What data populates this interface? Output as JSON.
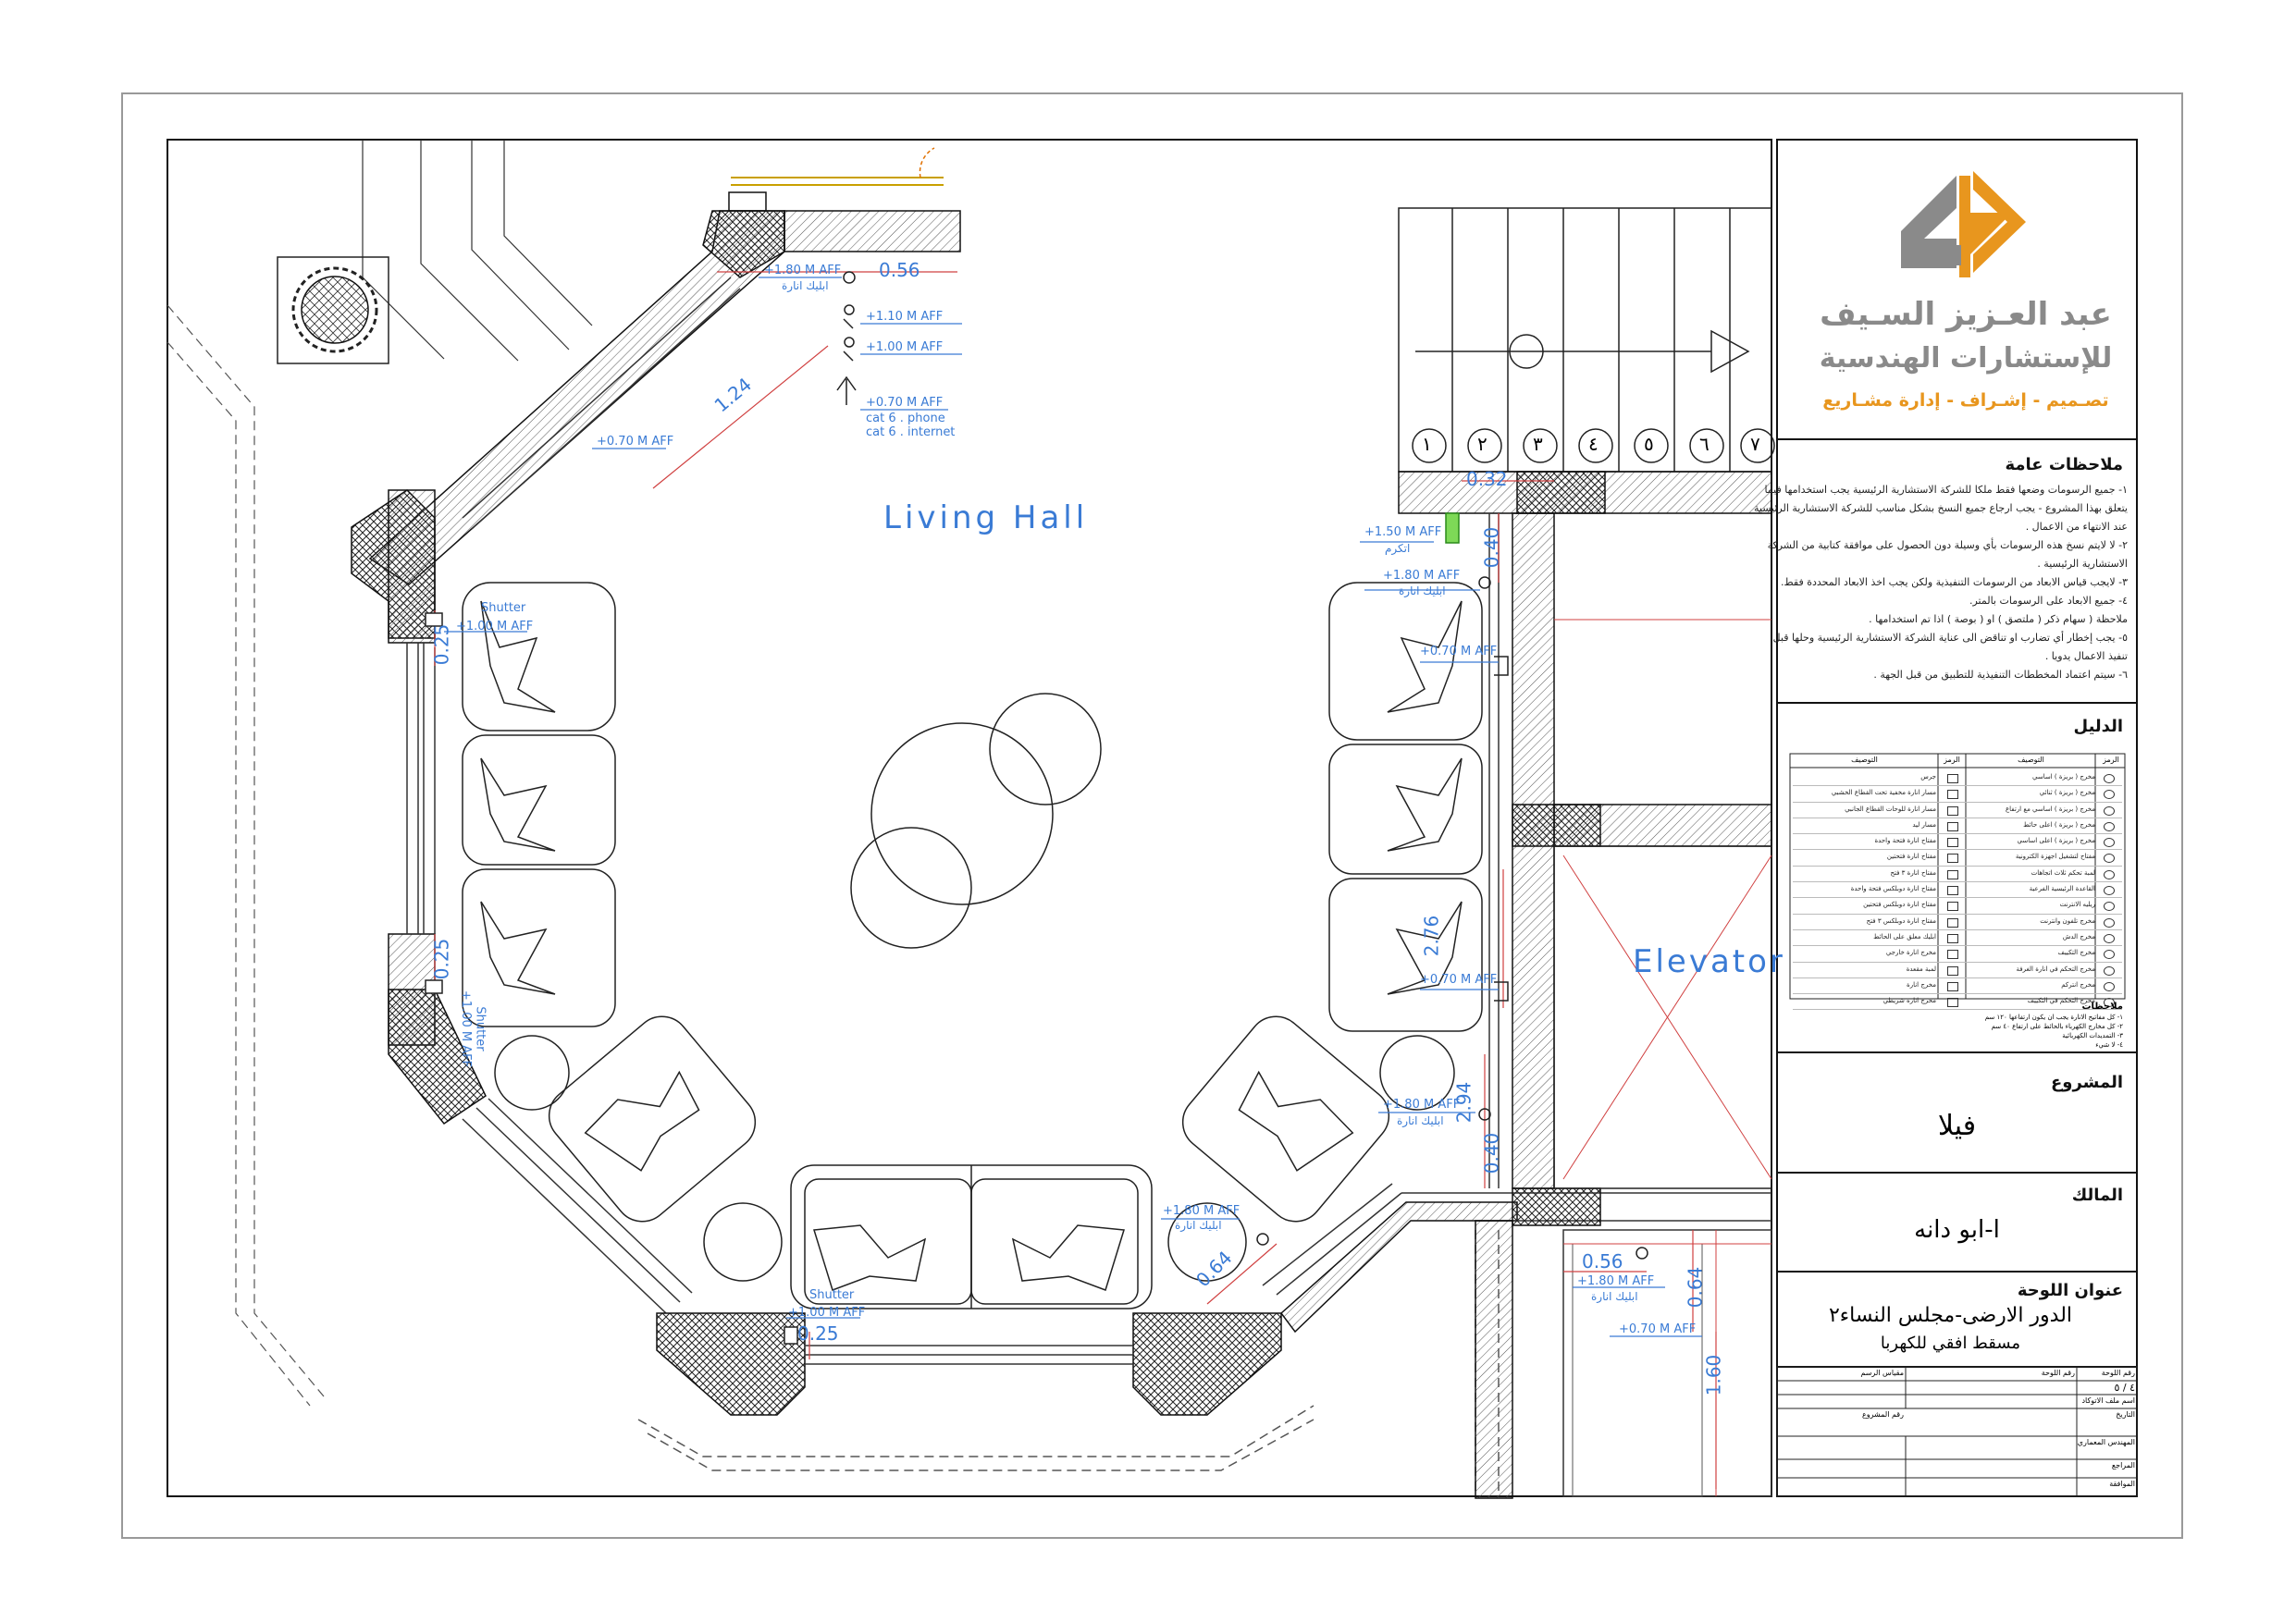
{
  "drawing": {
    "room_label": "Living Hall",
    "elevator_label": "Elevator",
    "stair_numbers": [
      "١",
      "٢",
      "٣",
      "٤",
      "٥",
      "٦",
      "٧"
    ],
    "dims": {
      "d056_top": "0.56",
      "d124": "1.24",
      "d032": "0.32",
      "d040_top": "0.40",
      "d025_a": "0.25",
      "d025_b": "0.25",
      "d276": "2.76",
      "d294": "2.94",
      "d040_bottom": "0.40",
      "d064_a": "0.64",
      "d056_bottom": "0.56",
      "d064_b": "0.64",
      "d160": "1.60",
      "d025_c": "0.25"
    },
    "annotations": {
      "aff180_top": "+1.80 M AFF",
      "lighting_top": "ابليك انارة",
      "aff110": "+1.10 M AFF",
      "aff100": "+1.00 M AFF",
      "aff070_data": "+0.70 M AFF",
      "cat6_phone": "cat 6 . phone",
      "cat6_internet": "cat 6 . internet",
      "aff070_left": "+0.70 M AFF",
      "shutter_a": "Shutter",
      "aff100_shutter_a": "+1.00 M AFF",
      "shutter_b": "Shutter",
      "aff100_shutter_b": "+1.00 M AFF",
      "aff150": "+1.50 M AFF",
      "ac_label": "اتكرم",
      "aff180_right": "+1.80 M AFF",
      "lighting_right": "ابليك انارة",
      "aff070_right_a": "+0.70 M AFF",
      "aff070_right_b": "+0.70 M AFF",
      "aff180_right_b": "+1.80 M AFF",
      "lighting_right_b": "ابليك انارة",
      "aff180_bottom": "+1.80 M AFF",
      "lighting_bottom": "ابليك انارة",
      "shutter_c": "Shutter",
      "aff100_shutter_c": "+1.00 M AFF",
      "aff180_elev": "+1.80 M AFF",
      "lighting_elev": "ابليك انارة",
      "aff070_elev": "+0.70 M AFF"
    }
  },
  "title_block": {
    "company_line1": "عبد العـزيز السـيف",
    "company_line2": "للإستشارات الهندسية",
    "company_line3": "تصـميم - إشـراف - إدارة مشـاريع",
    "notes_header": "ملاحظات عامة",
    "notes": [
      "١- جميع الرسومات وضعها فقط ملكا للشركة الاستشارية الرئيسية يجب استخدامها فيما",
      "يتعلق بهذا المشروع - يجب ارجاع جميع النسخ بشكل مناسب للشركة الاستشارية الرئيسية",
      "عند الانتهاء من الاعمال .",
      "٢- لا لايتم نسخ هذه الرسومات بأي وسيلة دون الحصول على موافقة كتابية من الشركة",
      "الاستشارية الرئيسية .",
      "٣- لايجب قياس الابعاد من الرسومات التنفيذية ولكن يجب اخذ الابعاد المحددة فقط.",
      "٤- جميع الابعاد على الرسومات بالمتر.",
      "ملاحظة ( سهام ذكر ( ملتصق ) او ( بوصة ) اذا تم استخدامها .",
      "٥- يجب إخطار أي تضارب او تناقض الى عناية الشركة الاستشارية الرئيسية وحلها قبل",
      "تنفيذ الاعمال يدويا .",
      "٦- سيتم اعتماد المخططات التنفيذية للتطبيق من قبل الجهة ."
    ],
    "legend_header": "الدليل",
    "legend_columns": [
      "الرمز",
      "التوصيف",
      "الرمز",
      "التوصيف"
    ],
    "legend_rows": [
      [
        "مخرج ( بريزة ) اساسي",
        "",
        "جرس",
        ""
      ],
      [
        "مخرج ( بريزة ) ثنائي",
        "",
        "مسار انارة مخفية تحت القطاع الخشبي",
        ""
      ],
      [
        "مخرج ( بريزة ) اساسي مع ارتفاع",
        "",
        "مسار انارة للوحات القطاع الجانبي",
        ""
      ],
      [
        "مخرج ( بريزة ) اعلى حائط",
        "",
        "مسار ليد",
        ""
      ],
      [
        "مخرج ( بريزة ) اعلى اساسي",
        "",
        "مفتاح انارة فتحة واحدة",
        ""
      ],
      [
        "مفتاح لتشغيل اجهزة الكترونية",
        "",
        "مفتاح انارة فتحتين",
        ""
      ],
      [
        "لمبة تحكم ثلاث اتجاهات",
        "",
        "مفتاح انارة ٣ فتح",
        ""
      ],
      [
        "القاعدة الرئيسية الفرعية",
        "",
        "مفتاح انارة دوبلكس فتحة واحدة",
        ""
      ],
      [
        "ريليه الانترنت",
        "",
        "مفتاح انارة دوبلكس فتحتين",
        ""
      ],
      [
        "مخرج تلفون وانترنت",
        "",
        "مفتاح انارة دوبلكس ٣ فتح",
        ""
      ],
      [
        "مخرج الدش",
        "",
        "ابليك معلق على الحائط",
        ""
      ],
      [
        "مخرج التكييف",
        "",
        "مخرج انارة خارجي",
        ""
      ],
      [
        "مخرج التحكم في انارة الغرفة",
        "",
        "لمبة مقعدة",
        ""
      ],
      [
        "مخرج انتركم",
        "",
        "مخرج انارة",
        ""
      ],
      [
        "مخرج التحكم في التكييف",
        "",
        "مخرج انارة شريطي",
        ""
      ]
    ],
    "legend_notes_header": "ملاحظات",
    "legend_notes": [
      "١- كل مفاتيح الانارة يجب ان يكون ارتفاعها ١٢٠ سم",
      "٢- كل مخارج الكهرباء بالحائط على ارتفاع ٤٠ سم",
      "٣- التمديدات الكهربائية",
      "٤- لا شيء"
    ],
    "project_label": "المشروع",
    "project_value": "فيلا",
    "owner_label": "المالك",
    "owner_value": "ا-ابو دانه",
    "sheet_title_label": "عنوان اللوحة",
    "sheet_title_line1": "الدور الارضى-مجلس النساء٢",
    "sheet_title_line2": "مسقط افقي للكهربا",
    "info_cells": {
      "r1c1": "رقم اللوحة",
      "r1c2": "رقم اللوحة",
      "r1c3": "مقياس الرسم",
      "r2c1": "٤ / ٥",
      "r3c1": "اسم ملف الاتوكاد",
      "r4c1": "التاريخ",
      "r4c2": "رقم المشروع",
      "r5c1": "المهندس المعماري",
      "r6c1": "المراجع",
      "r7c1": "الموافقة"
    }
  }
}
